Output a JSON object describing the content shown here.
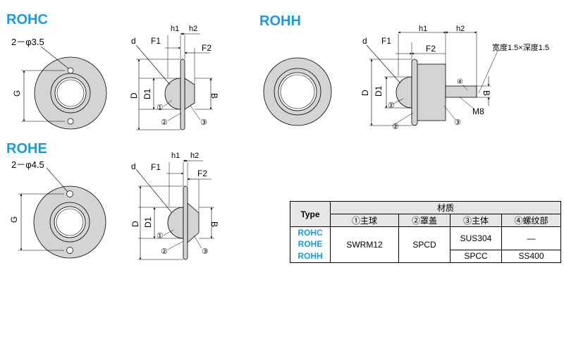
{
  "models": {
    "rohc": "ROHC",
    "rohe": "ROHE",
    "rohh": "ROHH"
  },
  "labels": {
    "hole_rohc": "2－φ3.5",
    "hole_rohe": "2－φ4.5",
    "G": "G",
    "d": "d",
    "F1": "F1",
    "F2": "F2",
    "h1": "h1",
    "h2": "h2",
    "D": "D",
    "D1": "D1",
    "B": "B",
    "c1": "①",
    "c2": "②",
    "c3": "③",
    "c4": "④",
    "M8": "M8",
    "note": "宽度1.5×深度1.5"
  },
  "table": {
    "type_header": "Type",
    "material_header": "材质",
    "columns": [
      "①主球",
      "②罩盖",
      "③主体",
      "④螺纹部"
    ],
    "types": [
      "ROHC",
      "ROHE",
      "ROHH"
    ],
    "ball": "SWRM12",
    "cover": "SPCD",
    "body_1": "SUS304",
    "body_2": "SPCC",
    "thread_1": "—",
    "thread_2": "SS400"
  },
  "colors": {
    "title_blue": "#1a9be0",
    "part_gray": "#d4d4d4",
    "line": "#000000",
    "header_gray": "#e6e6e6"
  }
}
